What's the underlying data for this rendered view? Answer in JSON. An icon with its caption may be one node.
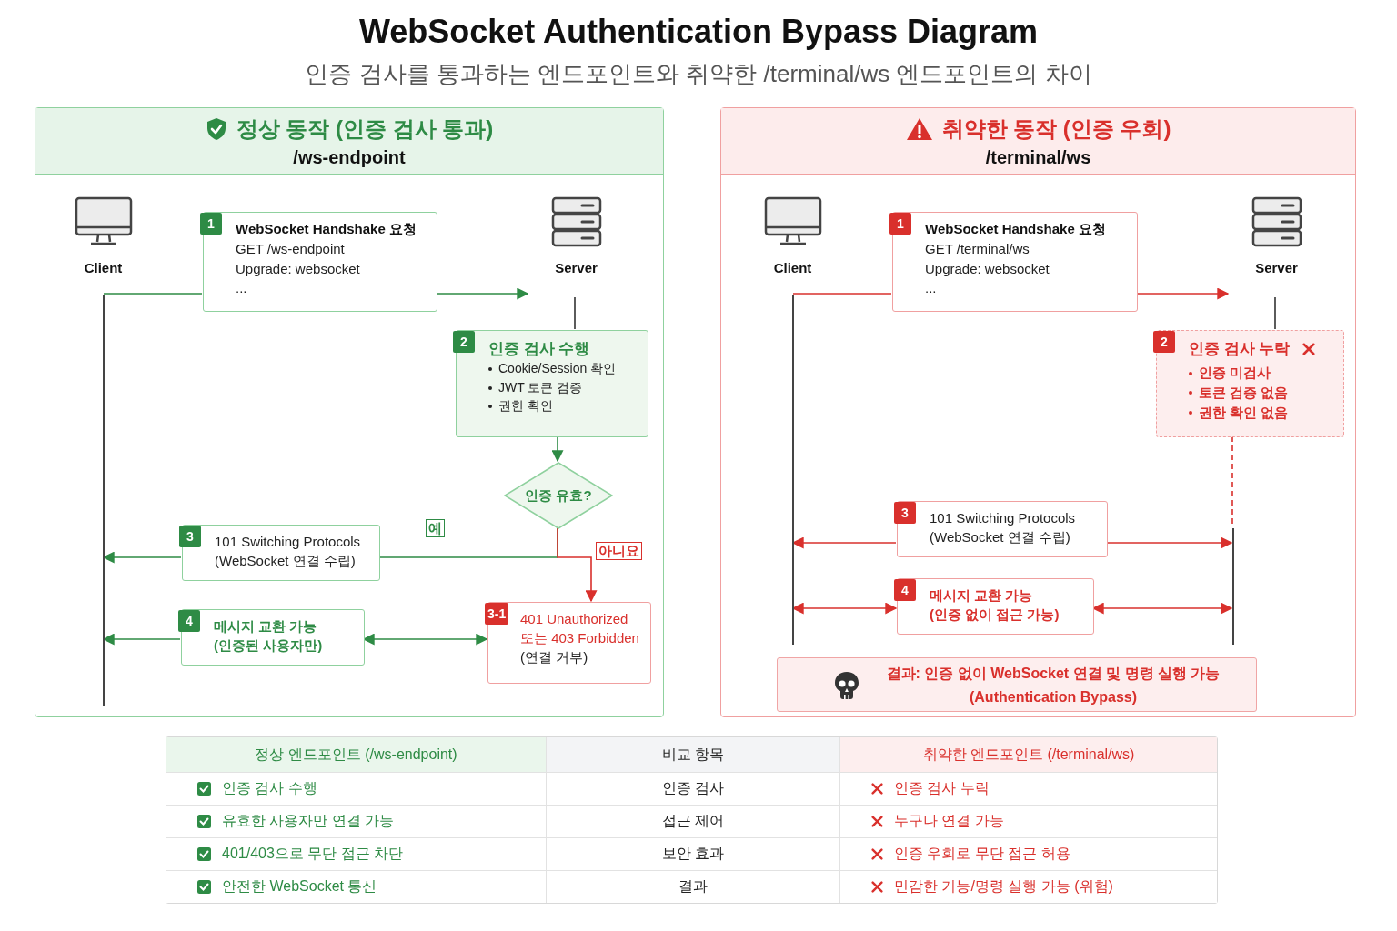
{
  "diagram": {
    "title": "WebSocket Authentication Bypass Diagram",
    "nodes": [
      {
        "text": [
          "정상 동작 (인증 검사 통과)",
          "/ws-endpoint"
        ]
      },
      {
        "text": [
          "Client"
        ],
        "in": 0
      },
      {
        "text": [
          "Server"
        ],
        "in": 0
      },
      {
        "text": [],
        "shape": "bar",
        "in": 0
      },
      {
        "text": [
          "1",
          "WebSocket Handshake 요청",
          "GET /ws-endpoint",
          "Upgrade: websocket",
          "..."
        ],
        "in": 0
      },
      {
        "text": [
          "2",
          "인증 검사 수행",
          "Cookie/Session 확인",
          "JWT 토큰 검증",
          "권한 확인"
        ],
        "in": 0
      },
      {
        "text": [
          "인증 유효?"
        ],
        "in": 0
      },
      {
        "text": [
          "3",
          "101 Switching Protocols",
          "(WebSocket 연결 수립)"
        ],
        "in": 0
      },
      {
        "text": [
          "4",
          "메시지 교환 가능",
          "(인증된 사용자만)"
        ],
        "in": 0
      },
      {
        "text": [
          "3-1",
          "401 Unauthorized",
          "또는 403 Forbidden",
          "(연결 거부)"
        ],
        "in": 0
      },
      {
        "text": [
          "취약한 동작 (인증 우회)",
          "/terminal/ws"
        ]
      },
      {
        "text": [
          "Client"
        ],
        "in": 10
      },
      {
        "text": [
          "Server"
        ],
        "in": 10
      },
      {
        "text": [],
        "shape": "bar",
        "in": 10
      },
      {
        "text": [
          "1",
          "WebSocket Handshake 요청",
          "GET /terminal/ws",
          "Upgrade: websocket",
          "..."
        ],
        "in": 10
      },
      {
        "text": [
          "2",
          "인증 검사 누락",
          "인증 미검사",
          "토큰 검증 없음",
          "권한 확인 없음"
        ],
        "in": 10
      },
      {
        "text": [],
        "shape": "bar",
        "in": 10
      },
      {
        "text": [
          "3",
          "101 Switching Protocols",
          "(WebSocket 연결 수립)"
        ],
        "in": 10
      },
      {
        "text": [
          "4",
          "메시지 교환 가능",
          "(인증 없이 접근 가능)"
        ],
        "in": 10
      },
      {
        "text": [
          "결과: 인증 없이 WebSocket 연결 및 명령 실행 가능",
          "(Authentication Bypass)"
        ],
        "in": 10
      }
    ],
    "edges": [
      {
        "from": 3,
        "to": 4,
        "arrow": "none",
        "color": "#2e8b45"
      },
      {
        "from": 4,
        "to": 2,
        "arrow": "to",
        "color": "#2e8b45"
      },
      {
        "from": 2,
        "to": 5,
        "arrow": "none",
        "color": "#333333"
      },
      {
        "from": 5,
        "to": 6,
        "arrow": "to",
        "color": "#2e8b45"
      },
      {
        "from": 6,
        "to": 7,
        "arrow": "none",
        "label": "예",
        "color": "#2e8b45"
      },
      {
        "from": 7,
        "to": 3,
        "arrow": "to",
        "color": "#2e8b45"
      },
      {
        "from": 6,
        "to": 9,
        "arrow": "to",
        "label": "아니요",
        "color": "#d9302c"
      },
      {
        "from": 8,
        "to": 3,
        "arrow": "to",
        "color": "#2e8b45"
      },
      {
        "from": 8,
        "to": 9,
        "arrow": "both",
        "color": "#2e8b45"
      },
      {
        "from": 13,
        "to": 14,
        "arrow": "none",
        "color": "#d9302c"
      },
      {
        "from": 14,
        "to": 12,
        "arrow": "to",
        "color": "#d9302c"
      },
      {
        "from": 12,
        "to": 15,
        "arrow": "none",
        "color": "#333333"
      },
      {
        "from": 15,
        "to": 16,
        "arrow": "none",
        "style": "dashed",
        "color": "#d9302c"
      },
      {
        "from": 17,
        "to": 13,
        "arrow": "to",
        "color": "#d9302c"
      },
      {
        "from": 17,
        "to": 16,
        "arrow": "to",
        "color": "#d9302c"
      },
      {
        "from": 18,
        "to": 13,
        "arrow": "both",
        "color": "#d9302c"
      },
      {
        "from": 18,
        "to": 16,
        "arrow": "both",
        "color": "#d9302c"
      }
    ],
    "labels": [
      "인증 검사를 통과하는 엔드포인트와 취약한 /terminal/ws 엔드포인트의 차이",
      "정상 엔드포인트 (/ws-endpoint)",
      "비교 항목",
      "취약한 엔드포인트 (/terminal/ws)",
      "인증 검사 수행",
      "인증 검사",
      "인증 검사 누락",
      "유효한 사용자만 연결 가능",
      "접근 제어",
      "누구나 연결 가능",
      "401/403으로 무단 접근 차단",
      "보안 효과",
      "인증 우회로 무단 접근 허용",
      "안전한 WebSocket 통신",
      "결과",
      "민감한 기능/명령 실행 가능 (위험)"
    ]
  }
}
